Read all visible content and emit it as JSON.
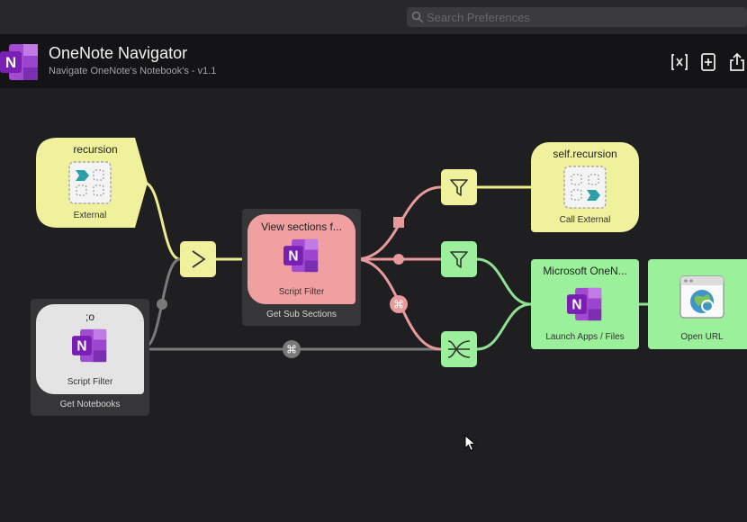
{
  "search": {
    "placeholder": "Search Preferences"
  },
  "workflow": {
    "title": "OneNote Navigator",
    "subtitle": "Navigate OneNote's Notebook's - v1.1"
  },
  "header_actions": [
    {
      "icon": "variables-icon"
    },
    {
      "icon": "add-object-icon"
    },
    {
      "icon": "share-export-icon"
    }
  ],
  "nodes": {
    "recursion": {
      "title": "recursion",
      "type": "External",
      "icon": "external-trigger-icon"
    },
    "get_notebooks": {
      "title": ";o",
      "type": "Script Filter",
      "label": "Get Notebooks",
      "icon": "onenote-icon"
    },
    "get_sub_sections": {
      "title": "View sections f...",
      "type": "Script Filter",
      "label": "Get Sub Sections",
      "icon": "onenote-icon"
    },
    "self_recursion": {
      "title": "self.recursion",
      "type": "Call External",
      "icon": "call-external-icon"
    },
    "launch_onenote": {
      "title": "Microsoft OneN...",
      "type": "Launch Apps / Files",
      "icon": "onenote-icon"
    },
    "open_url": {
      "title": "",
      "type": "Open URL",
      "icon": "open-url-icon"
    }
  },
  "utilities": [
    {
      "kind": "arg-and-vars",
      "icon": "chevron-right-icon"
    },
    {
      "kind": "filter-top",
      "icon": "filter-icon"
    },
    {
      "kind": "filter-middle",
      "icon": "filter-icon"
    },
    {
      "kind": "junction",
      "icon": "junction-icon"
    }
  ],
  "connector_modifiers": {
    "cmd_symbol": "⌘"
  },
  "colors": {
    "yellow": "#f0f19d",
    "red": "#f0a0a0",
    "green": "#9cf09b",
    "gray_node": "#e4e4e4",
    "wire_yellow": "#ecec8f",
    "wire_red": "#e8999a",
    "wire_green": "#8fe291",
    "wire_gray": "#7a7a7a"
  }
}
